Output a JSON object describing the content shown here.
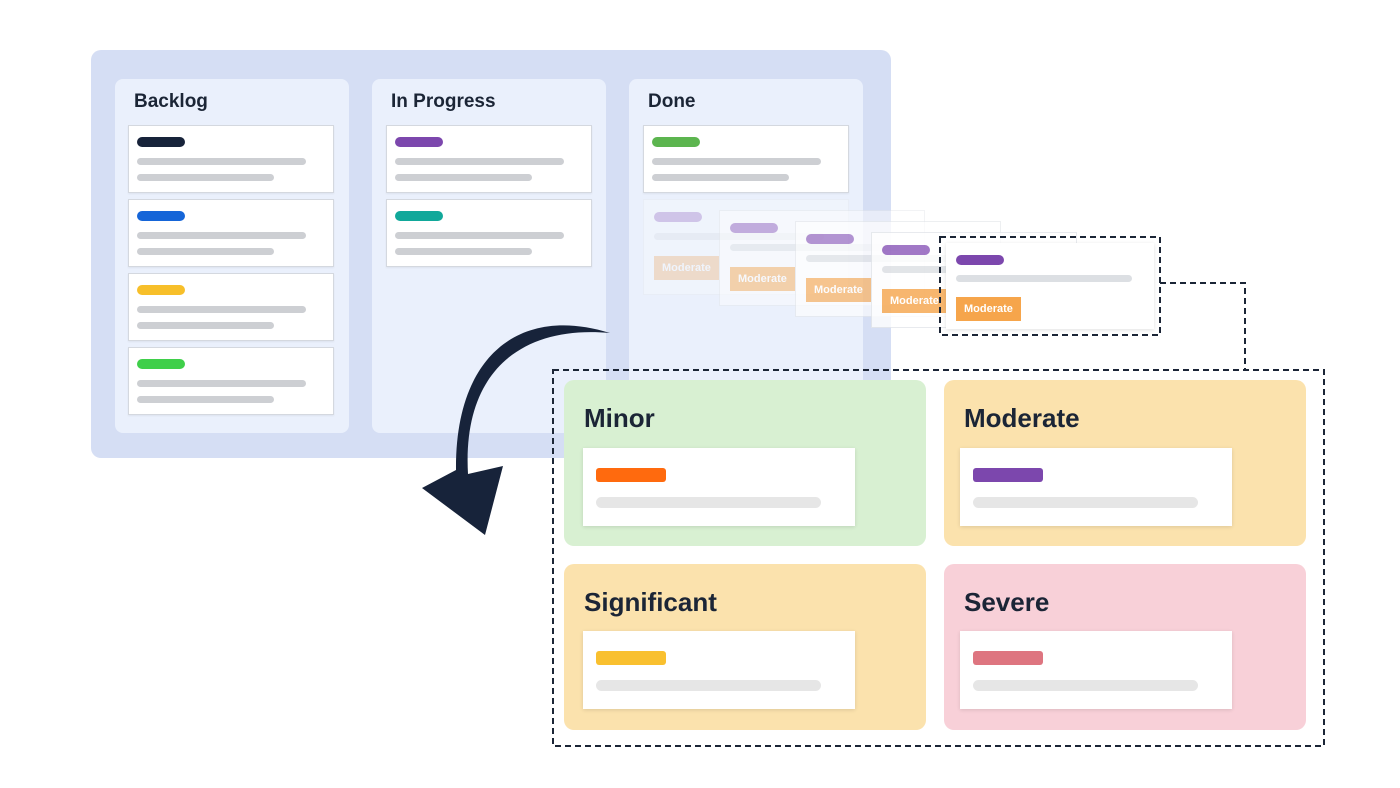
{
  "board": {
    "columns": [
      {
        "title": "Backlog",
        "cards": [
          {
            "tag_color": "#17233a"
          },
          {
            "tag_color": "#1565d8"
          },
          {
            "tag_color": "#f7bf2a"
          },
          {
            "tag_color": "#3fcf4a"
          }
        ]
      },
      {
        "title": "In Progress",
        "cards": [
          {
            "tag_color": "#7c47ad"
          },
          {
            "tag_color": "#11a89a"
          }
        ]
      },
      {
        "title": "Done",
        "cards": [
          {
            "tag_color": "#5cb54f"
          }
        ]
      }
    ]
  },
  "moving_card": {
    "badge_label": "Moderate",
    "tag_color": "#7c47ad",
    "badge_color": "#f6a54b"
  },
  "severity_matrix": {
    "quadrants": [
      {
        "title": "Minor",
        "bg_color": "#d8f0d2",
        "tag_color": "#ff6a0e"
      },
      {
        "title": "Moderate",
        "bg_color": "#fbe2ad",
        "tag_color": "#7c47ad"
      },
      {
        "title": "Significant",
        "bg_color": "#fbe2ad",
        "tag_color": "#f9c02f"
      },
      {
        "title": "Severe",
        "bg_color": "#f8d0d8",
        "tag_color": "#de7580"
      }
    ]
  },
  "colors": {
    "board_bg": "#d5def4",
    "column_bg": "#eaf0fc",
    "dashed_outline": "#1b2536",
    "arrow": "#17233a"
  }
}
